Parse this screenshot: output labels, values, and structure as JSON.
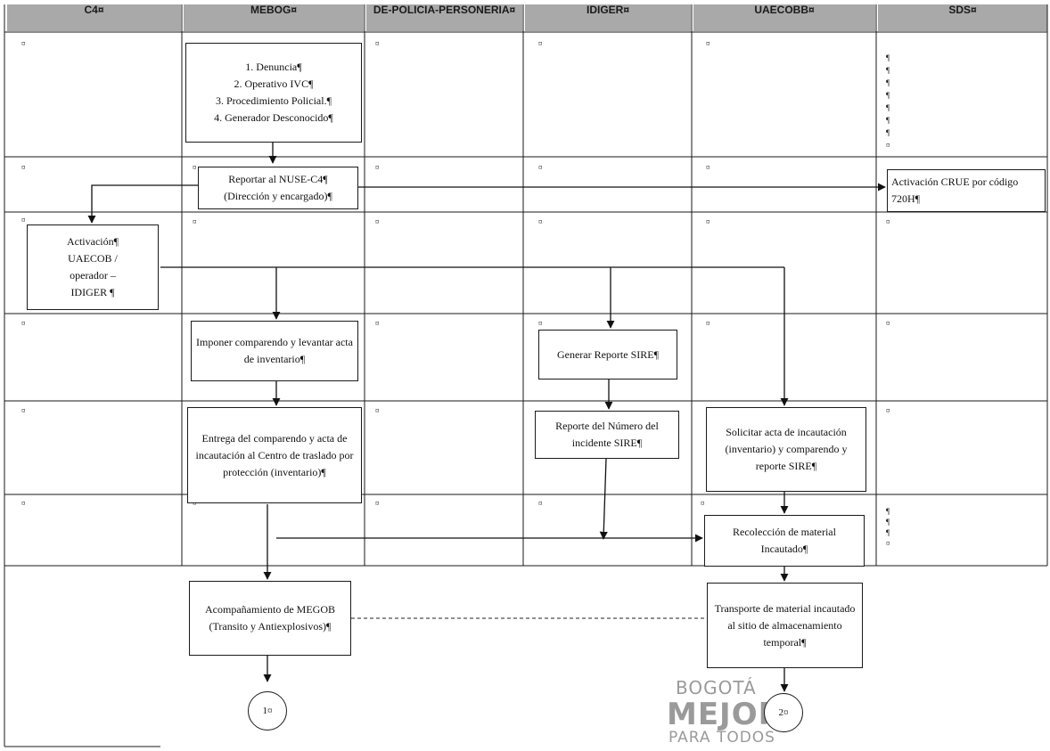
{
  "headers": [
    "C4¤",
    "MEBOG¤",
    "DE-POLICIA-PERSONERIA¤",
    "IDIGER¤",
    "UAECOBB¤",
    "SDS¤"
  ],
  "cell_mark": "¤",
  "pilcrow_mark": "¶",
  "boxes": {
    "origen": "1. Denuncia¶\n2. Operativo IVC¶\n3. Procedimiento Policial.¶\n4. Generador Desconocido¶",
    "reportar_nuse": "Reportar al NUSE-C4¶\n(Dirección y encargado)¶",
    "activacion_crue": "Activación CRUE por código 720H¶",
    "activacion_uaecob": "Activación¶\nUAECOB /\noperador –\nIDIGER ¶",
    "imponer_comparendo": "Imponer comparendo y levantar acta de inventario¶",
    "generar_reporte_sire": "Generar Reporte SIRE¶",
    "entrega_comparendo": "Entrega del comparendo y acta de incautación al Centro de traslado por protección (inventario)¶",
    "reporte_numero_sire": "Reporte del Número del incidente SIRE¶",
    "solicitar_acta": "Solicitar acta de incautación (inventario) y comparendo y reporte SIRE¶",
    "recoleccion_material": "Recolección de material Incautado¶",
    "acompanamiento_megob": "Acompañamiento de MEGOB (Transito y Antiexplosivos)¶",
    "transporte_material": "Transporte de material incautado al sitio de almacenamiento temporal¶"
  },
  "connectors": {
    "c1": "1¤",
    "c2": "2¤"
  },
  "watermark": {
    "line1": "BOGOTÁ",
    "line2": "MEJOR",
    "line3": "PARA TODOS"
  }
}
